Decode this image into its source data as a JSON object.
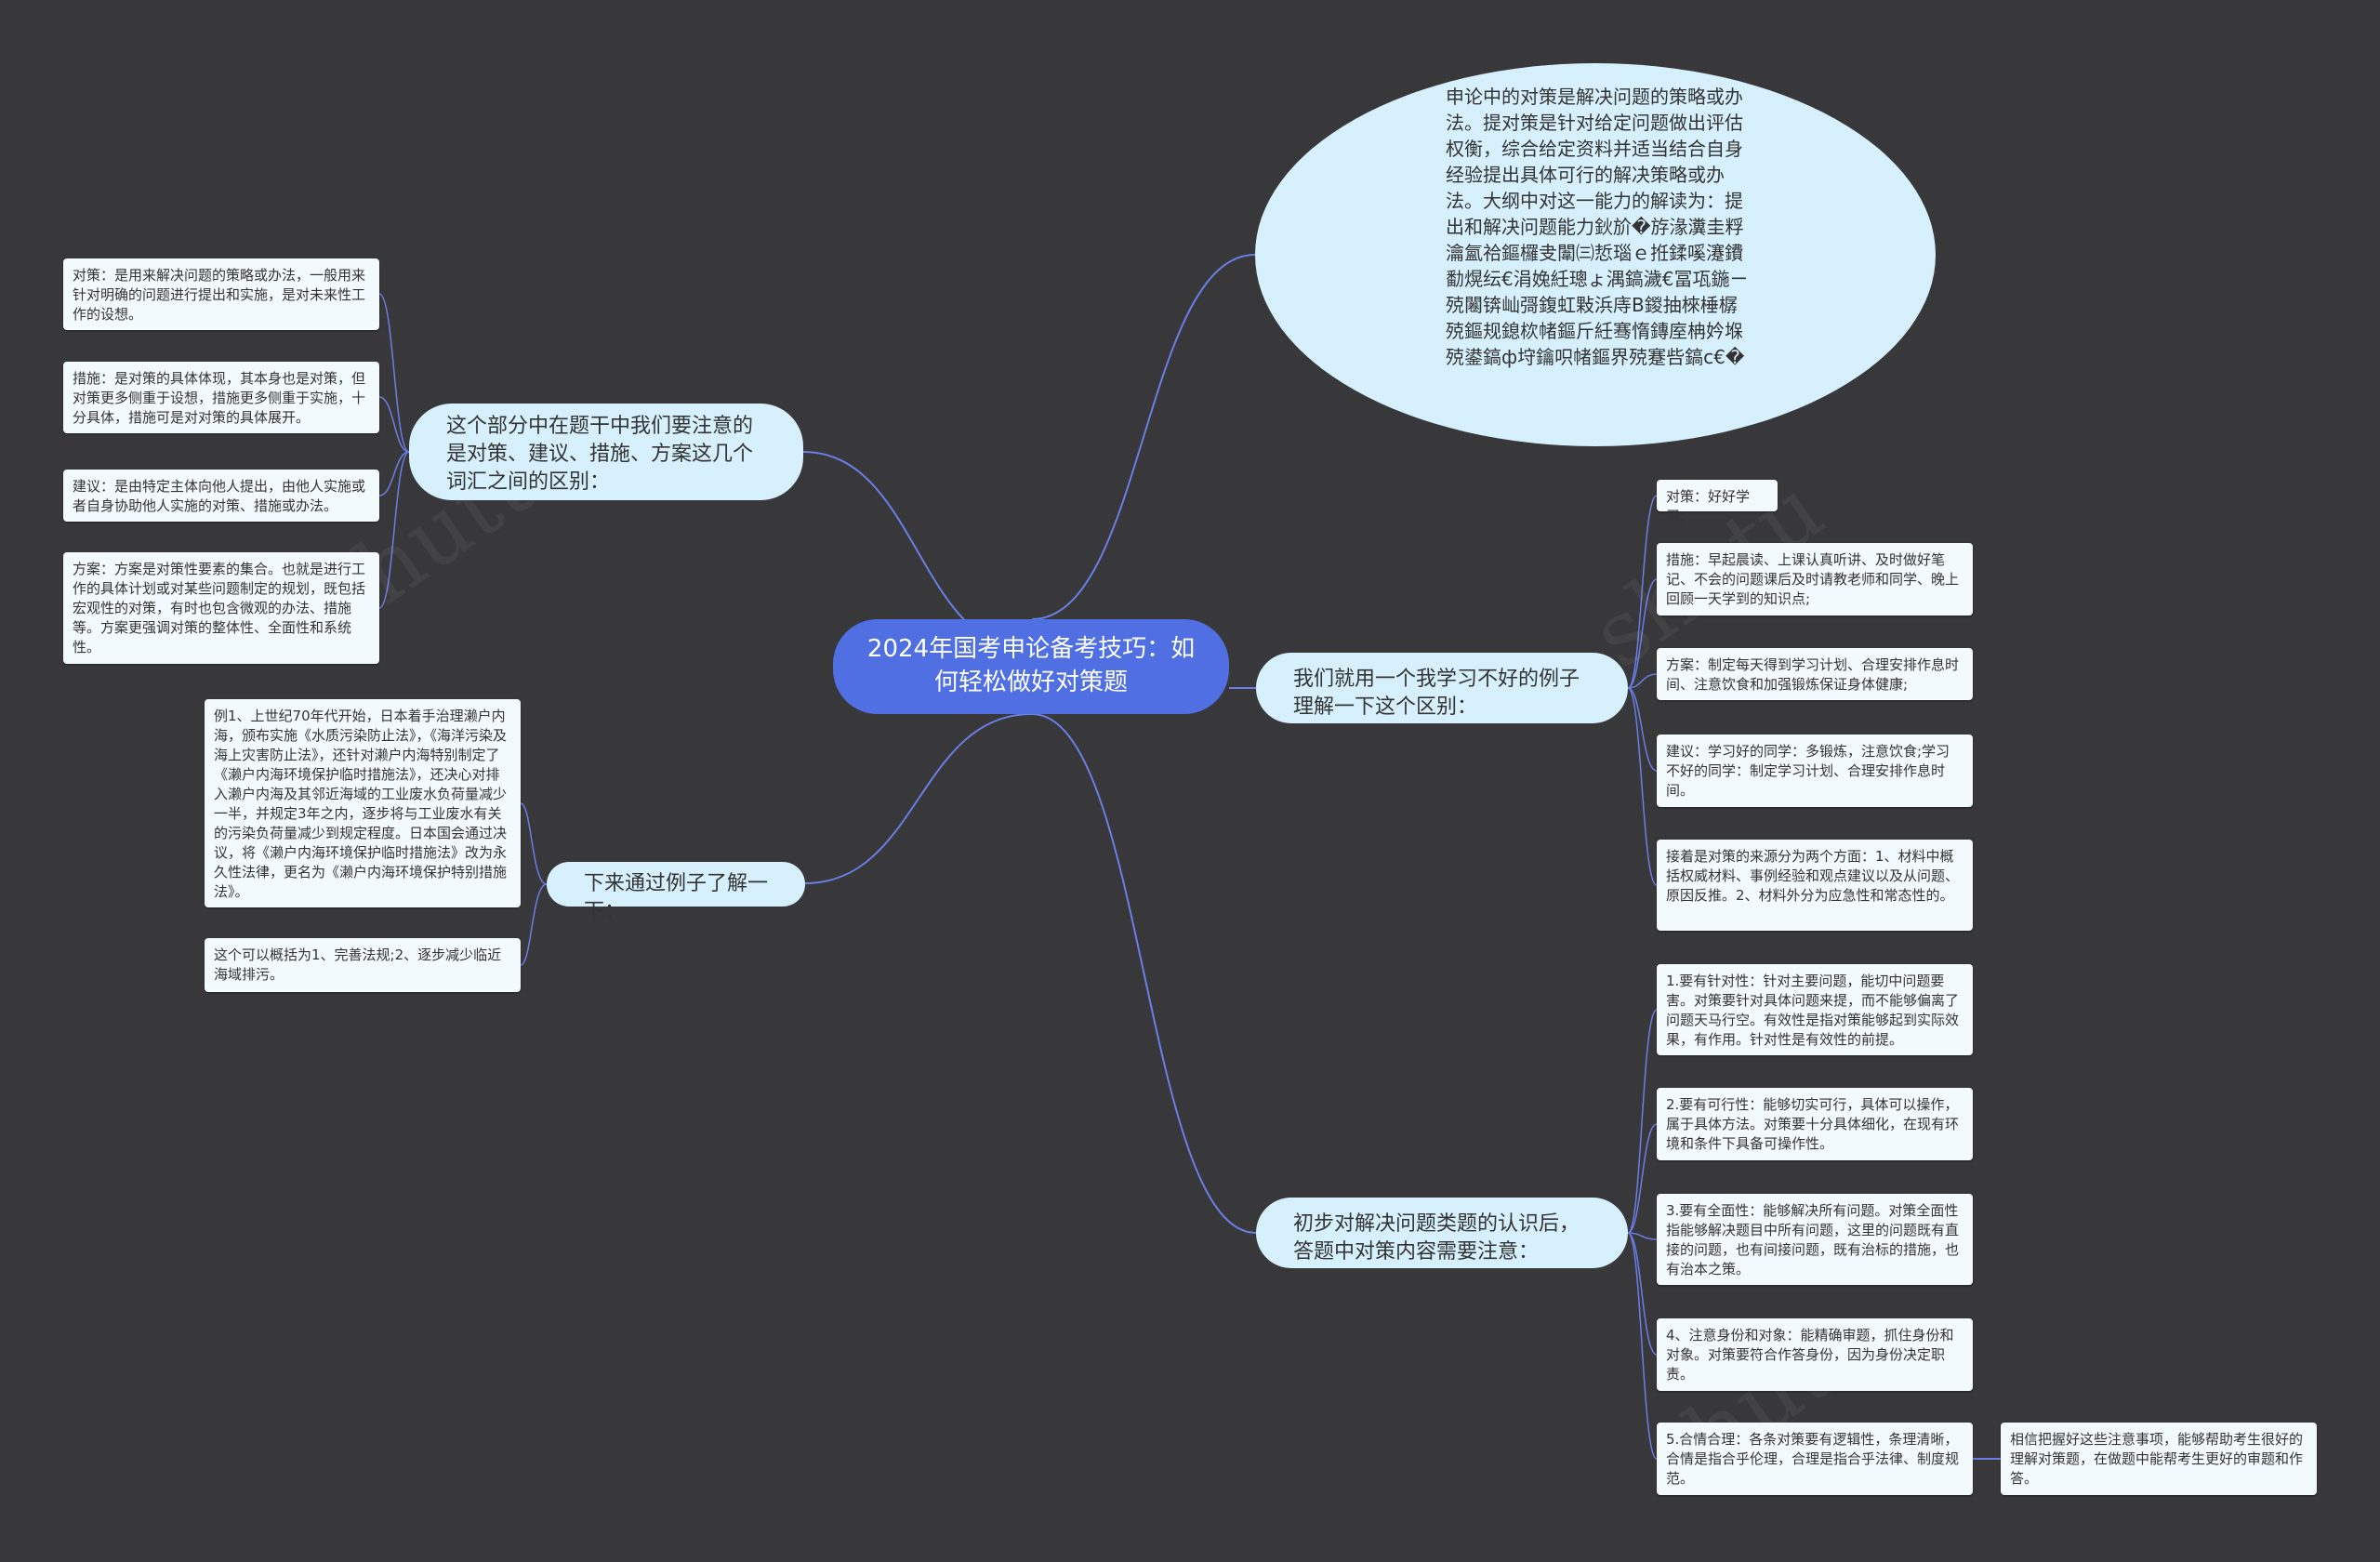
{
  "colors": {
    "background": "#38383a",
    "root": "#4f6fe2",
    "branch": "#d6f0fd",
    "leaf": "#f3fafe",
    "link": "#6a7ee6",
    "watermark_text": "shutu"
  },
  "root": {
    "title": "2024年国考申论备考技巧：如何轻松做好对策题"
  },
  "intro": {
    "text": "申论中的对策是解决问题的策略或办法。提对策是针对给定问题做出评估权衡，综合给定资料并适当结合自身经验提出具体可行的解决策略或办法。大纲中对这一能力的解读为：提出和解决问题能力鈥斺�斿湪瀵圭粰瀹氳祫鏂欏叏闈㈢悊瑙ｅ拰鍒嗘瀽鐨勫熀纭€涓婏紝璁ょ湡鎬濊€冨瓨鍦ㄧ殑闂锛屾彁鍑虹敤浜庤В鍐抽棶棰樼殑鏂规鎴栨帾鏂斤紝骞惰鏄庢柟妗堢殑鍙鎬ф垨鑰呮帾鏂界殑蹇呰鎬с€�"
  },
  "left_top": {
    "label": "这个部分中在题干中我们要注意的是对策、建议、措施、方案这几个词汇之间的区别：",
    "items": [
      "对策：是用来解决问题的策略或办法，一般用来针对明确的问题进行提出和实施，是对未来性工作的设想。",
      "措施：是对策的具体体现，其本身也是对策，但对策更多侧重于设想，措施更多侧重于实施，十分具体，措施可是对对策的具体展开。",
      "建议：是由特定主体向他人提出，由他人实施或者自身协助他人实施的对策、措施或办法。",
      "方案：方案是对策性要素的集合。也就是进行工作的具体计划或对某些问题制定的规划，既包括宏观性的对策，有时也包含微观的办法、措施等。方案更强调对策的整体性、全面性和系统性。"
    ]
  },
  "left_bottom": {
    "label": "下来通过例子了解一下：",
    "items": [
      "例1、上世纪70年代开始，日本着手治理濑户内海，颁布实施《水质污染防止法》，《海洋污染及海上灾害防止法》，还针对濑户内海特别制定了《濑户内海环境保护临时措施法》，还决心对排入濑户内海及其邻近海域的工业废水负荷量减少一半，并规定3年之内，逐步将与工业废水有关的污染负荷量减少到规定程度。日本国会通过决议，将《濑户内海环境保护临时措施法》改为永久性法律，更名为《濑户内海环境保护特别措施法》。",
      "这个可以概括为1、完善法规;2、逐步减少临近海域排污。"
    ]
  },
  "right_mid": {
    "label": "我们就用一个我学习不好的例子理解一下这个区别：",
    "items": [
      "对策：好好学习;",
      "措施：早起晨读、上课认真听讲、及时做好笔记、不会的问题课后及时请教老师和同学、晚上回顾一天学到的知识点;",
      "方案：制定每天得到学习计划、合理安排作息时间、注意饮食和加强锻炼保证身体健康;",
      "建议：学习好的同学：多锻炼，注意饮食;学习不好的同学：制定学习计划、合理安排作息时间。",
      "接着是对策的来源分为两个方面：1、材料中概括权威材料、事例经验和观点建议以及从问题、原因反推。2、材料外分为应急性和常态性的。"
    ]
  },
  "right_bottom": {
    "label": "初步对解决问题类题的认识后，答题中对策内容需要注意：",
    "items": [
      "1.要有针对性：针对主要问题，能切中问题要害。对策要针对具体问题来提，而不能够偏离了问题天马行空。有效性是指对策能够起到实际效果，有作用。针对性是有效性的前提。",
      "2.要有可行性：能够切实可行，具体可以操作，属于具体方法。对策要十分具体细化，在现有环境和条件下具备可操作性。",
      "3.要有全面性：能够解决所有问题。对策全面性指能够解决题目中所有问题，这里的问题既有直接的问题，也有间接问题，既有治标的措施，也有治本之策。",
      "4、注意身份和对象：能精确审题，抓住身份和对象。对策要符合作答身份，因为身份决定职责。",
      "5.合情合理：各条对策要有逻辑性，条理清晰，合情是指合乎伦理，合理是指合乎法律、制度规范。"
    ],
    "extra": "相信把握好这些注意事项，能够帮助考生很好的理解对策题，在做题中能帮考生更好的审题和作答。"
  }
}
